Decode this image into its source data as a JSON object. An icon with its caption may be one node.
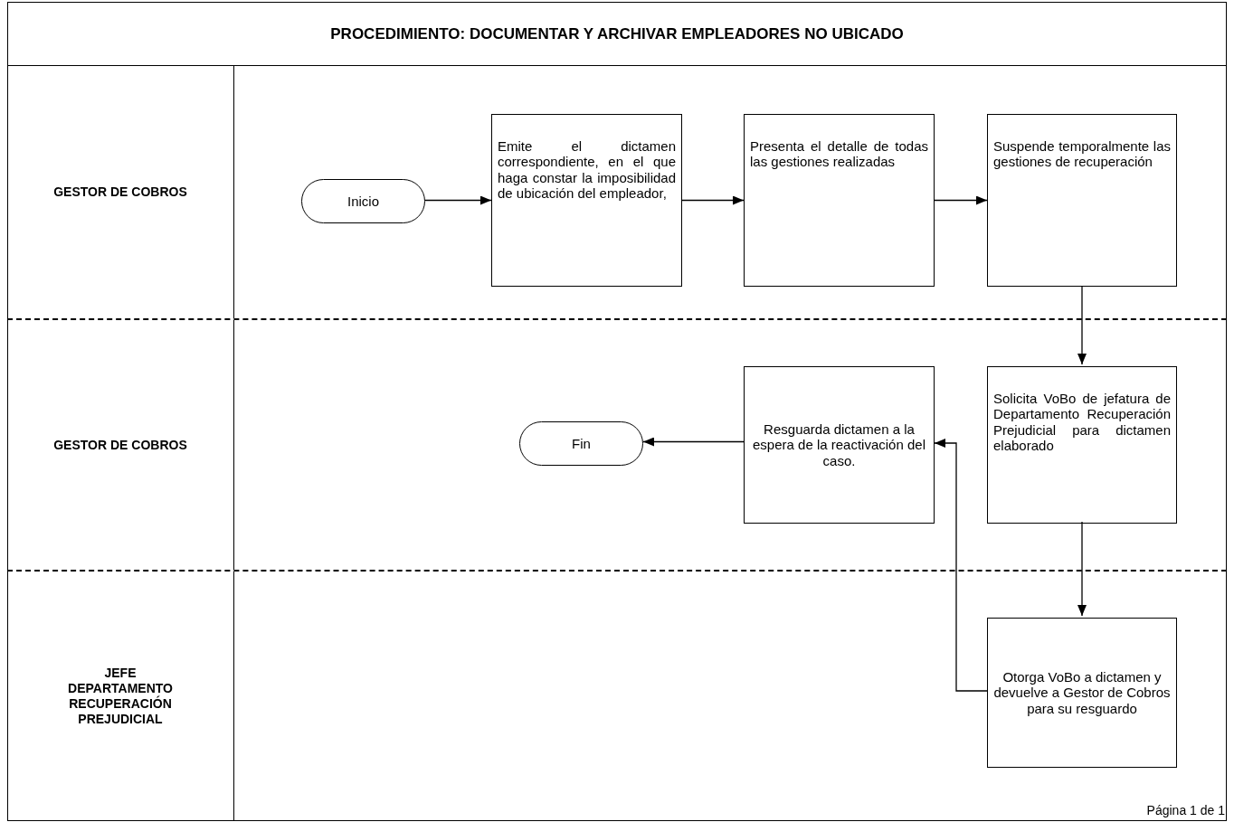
{
  "diagram": {
    "title": "PROCEDIMIENTO: DOCUMENTAR Y ARCHIVAR EMPLEADORES NO UBICADO",
    "nodes": [
      {
        "text": [
          "GESTOR DE COBROS"
        ]
      },
      {
        "text": [
          "Inicio"
        ],
        "in": 0
      },
      {
        "text": [
          "Emite el dictamen correspondiente, en el que haga constar la imposibilidad de ubicación del empleador,"
        ],
        "in": 0
      },
      {
        "text": [
          "Presenta el detalle de todas las gestiones realizadas"
        ],
        "in": 0
      },
      {
        "text": [
          "Suspende temporalmente las gestiones de recuperación"
        ],
        "in": 0
      },
      {
        "text": [
          "GESTOR DE COBROS"
        ]
      },
      {
        "text": [
          "Fin"
        ],
        "in": 5
      },
      {
        "text": [
          "Resguarda dictamen a la espera de la reactivación del caso."
        ],
        "in": 5
      },
      {
        "text": [
          "Solicita VoBo de jefatura de Departamento Recuperación Prejudicial para dictamen elaborado"
        ],
        "in": 5
      },
      {
        "text": [
          "JEFE DEPARTAMENTO RECUPERACIÓN PREJUDICIAL"
        ]
      },
      {
        "text": [
          "Otorga VoBo a dictamen y devuelve a Gestor de Cobros para su resguardo"
        ],
        "in": 9
      }
    ],
    "edges": [
      {
        "from": 1,
        "to": 2,
        "arrow": "to"
      },
      {
        "from": 2,
        "to": 3,
        "arrow": "to"
      },
      {
        "from": 3,
        "to": 4,
        "arrow": "to"
      },
      {
        "from": 4,
        "to": 8,
        "arrow": "to"
      },
      {
        "from": 8,
        "to": 10,
        "arrow": "to"
      },
      {
        "from": 10,
        "to": 7,
        "arrow": "to"
      },
      {
        "from": 7,
        "to": 6,
        "arrow": "to"
      }
    ],
    "labels": [
      "Página 1 de 1"
    ]
  }
}
